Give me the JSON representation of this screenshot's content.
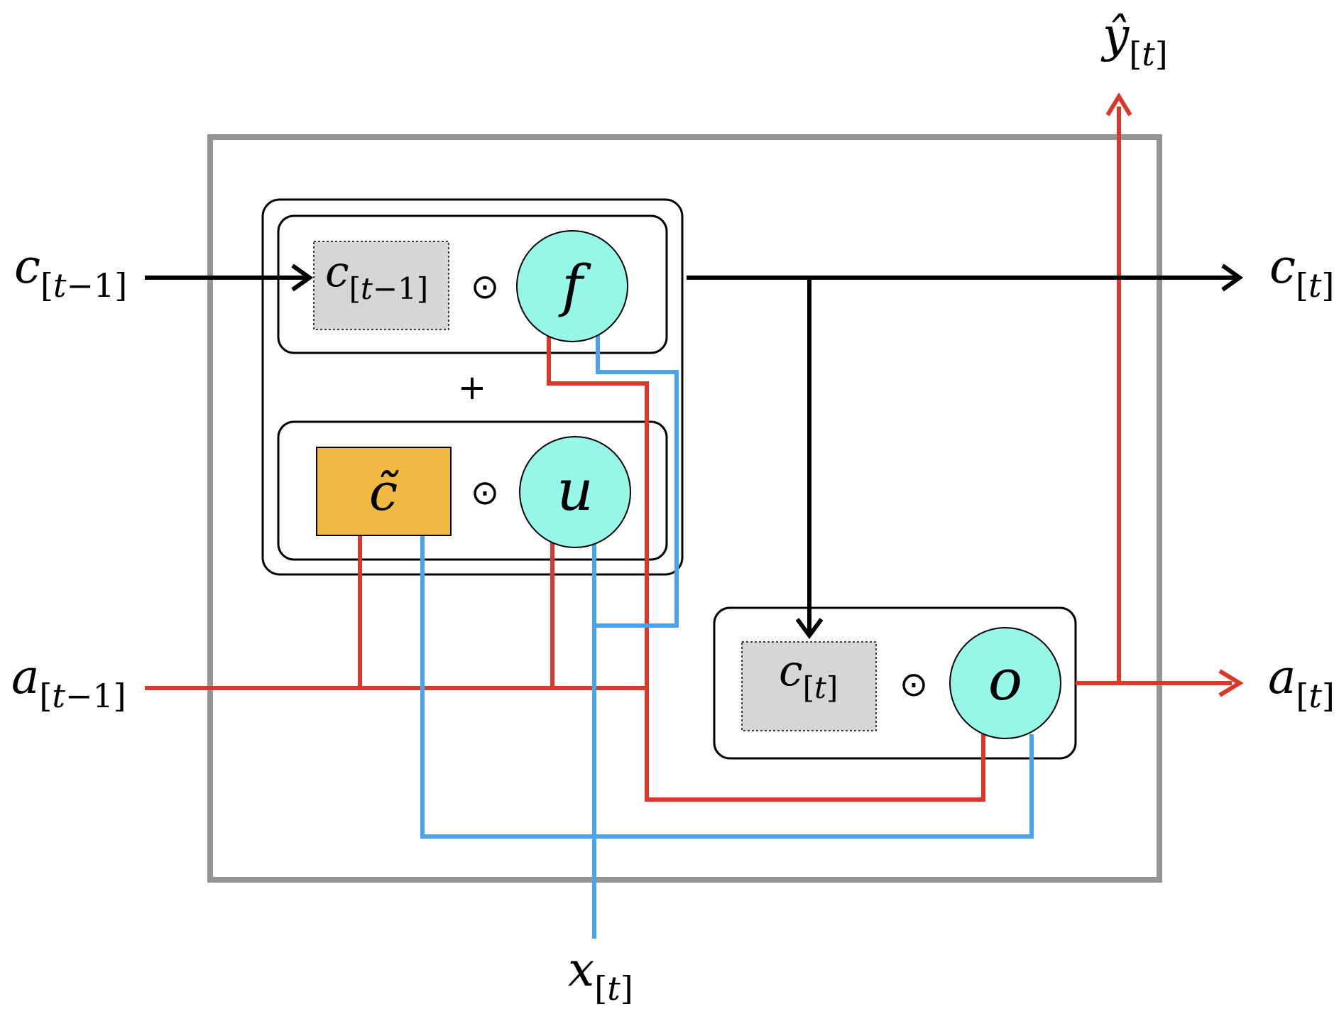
{
  "labels": {
    "c_prev_main": "c",
    "c_prev_sub_open": "[",
    "c_prev_sub_t": "t",
    "c_prev_sub_rest": "−1]",
    "c_next_main": "c",
    "c_next_sub_open": "[",
    "c_next_sub_t": "t",
    "c_next_sub_close": "]",
    "a_prev_main": "a",
    "a_prev_sub_open": "[",
    "a_prev_sub_t": "t",
    "a_prev_sub_rest": "−1]",
    "a_next_main": "a",
    "a_next_sub_open": "[",
    "a_next_sub_t": "t",
    "a_next_sub_close": "]",
    "y_hat_main": "ŷ",
    "y_hat_sub_open": "[",
    "y_hat_sub_t": "t",
    "y_hat_sub_close": "]",
    "x_main": "x",
    "x_sub_open": "[",
    "x_sub_t": "t",
    "x_sub_close": "]"
  },
  "nodes": {
    "c_prev_box_main": "c",
    "c_prev_box_sub_open": "[",
    "c_prev_box_sub_t": "t",
    "c_prev_box_sub_rest": "−1]",
    "forget_gate": "f",
    "update_gate": "u",
    "output_gate": "o",
    "candidate": "c̃",
    "c_t_box_main": "c",
    "c_t_box_sub_open": "[",
    "c_t_box_sub_t": "t",
    "c_t_box_sub_close": "]"
  },
  "operators": {
    "hadamard_1": "⊙",
    "hadamard_2": "⊙",
    "hadamard_3": "⊙",
    "plus": "+"
  },
  "colors": {
    "cell_state": "#000000",
    "hidden_state": "#d9382a",
    "input": "#4aa3ef",
    "gate_fill": "#96f7e8",
    "candidate_fill": "#f0b942",
    "state_fill": "#d6d6d6",
    "outer_border": "#959595"
  }
}
